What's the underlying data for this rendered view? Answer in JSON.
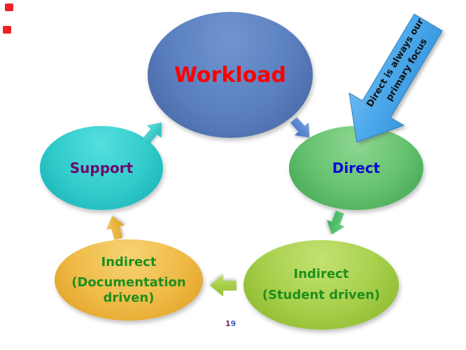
{
  "slide": {
    "page_number_digit_1": "1",
    "page_number_digit_2": "9"
  },
  "diagram": {
    "workload": {
      "label": "Workload"
    },
    "direct": {
      "label": "Direct"
    },
    "support": {
      "label": "Support"
    },
    "indirect_student": {
      "line1": "Indirect",
      "line2": "(Student driven)"
    },
    "indirect_documentation": {
      "line1": "Indirect",
      "line2": "(Documentation driven)"
    },
    "annotation_arrow": {
      "line1": "Direct is always our",
      "line2": "primary focus"
    }
  },
  "palette": {
    "background": "#ffffff",
    "workload_fill": "#5b80c1",
    "workload_text": "#fe0000",
    "direct_fill": "#63c16e",
    "direct_text": "#0a0acf",
    "support_fill": "#30cbca",
    "support_text": "#6d0a6d",
    "indirect_student_fill": "#a6ce49",
    "indirect_documentation_fill": "#efb945",
    "indirect_text": "#1d8f1d",
    "annotation_arrow_fill": "#47a3e8",
    "annotation_text": "#111111",
    "connector_support_to_workload": "#2dcbc8",
    "connector_workload_to_direct": "#4c80d0",
    "connector_direct_to_student": "#4cc06d",
    "connector_student_to_documentation": "#a4cf3b",
    "connector_documentation_to_support": "#ecb33c",
    "page_number_digit_1_color": "#7a2a6a",
    "page_number_digit_2_color": "#3a64c0",
    "corner_mark_red": "#ee2222"
  }
}
